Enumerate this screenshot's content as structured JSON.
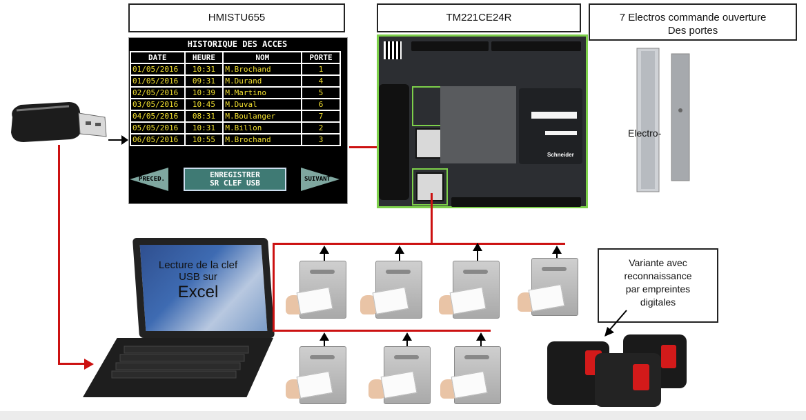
{
  "labels": {
    "hmi_title": "HMISTU655",
    "plc_title": "TM221CE24R",
    "electro_title_line1": "7 Electros commande ouverture",
    "electro_title_line2": "Des portes",
    "electro_label": "Electro-",
    "laptop_text_line1": "Lecture de la clef",
    "laptop_text_line2": "USB sur",
    "laptop_text_line3": "Excel",
    "fingerprint_line1": "Variante avec",
    "fingerprint_line2": "reconnaissance",
    "fingerprint_line3": "par empreintes",
    "fingerprint_line4": "digitales",
    "plc_brand": "Schneider"
  },
  "hmi": {
    "screen_title": "HISTORIQUE DES ACCES",
    "columns": [
      "DATE",
      "HEURE",
      "NOM",
      "PORTE"
    ],
    "rows": [
      [
        "01/05/2016",
        "10:31",
        "M.Brochand",
        "1"
      ],
      [
        "01/05/2016",
        "09:31",
        "M.Durand",
        "4"
      ],
      [
        "02/05/2016",
        "10:39",
        "M.Martino",
        "5"
      ],
      [
        "03/05/2016",
        "10:45",
        "M.Duval",
        "6"
      ],
      [
        "04/05/2016",
        "08:31",
        "M.Boulanger",
        "7"
      ],
      [
        "05/05/2016",
        "10:31",
        "M.Billon",
        "2"
      ],
      [
        "06/05/2016",
        "10:55",
        "M.Brochand",
        "3"
      ]
    ],
    "btn_prev": "PRECED.",
    "btn_save_line1": "ENREGISTRER",
    "btn_save_line2": "SR CLEF USB",
    "btn_next": "SUIVANT"
  },
  "colors": {
    "link_line": "#cc1111",
    "plc_frame": "#7dd04a",
    "hmi_text": "#f2e030",
    "hmi_button": "#7fa7a0"
  }
}
